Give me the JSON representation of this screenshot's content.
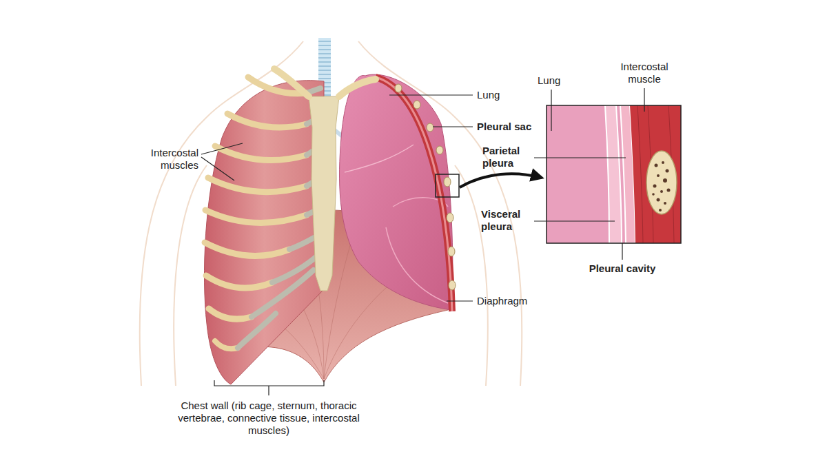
{
  "diagram": {
    "labels": [
      "Intercostal muscles",
      "Lung",
      "Pleural sac",
      "Parietal pleura",
      "Visceral pleura",
      "Diaphragm",
      "Chest wall (rib cage, sternum, thoracic vertebrae, connective tissue, intercostal muscles)",
      "Lung",
      "Intercostal muscle",
      "Pleural cavity"
    ]
  }
}
